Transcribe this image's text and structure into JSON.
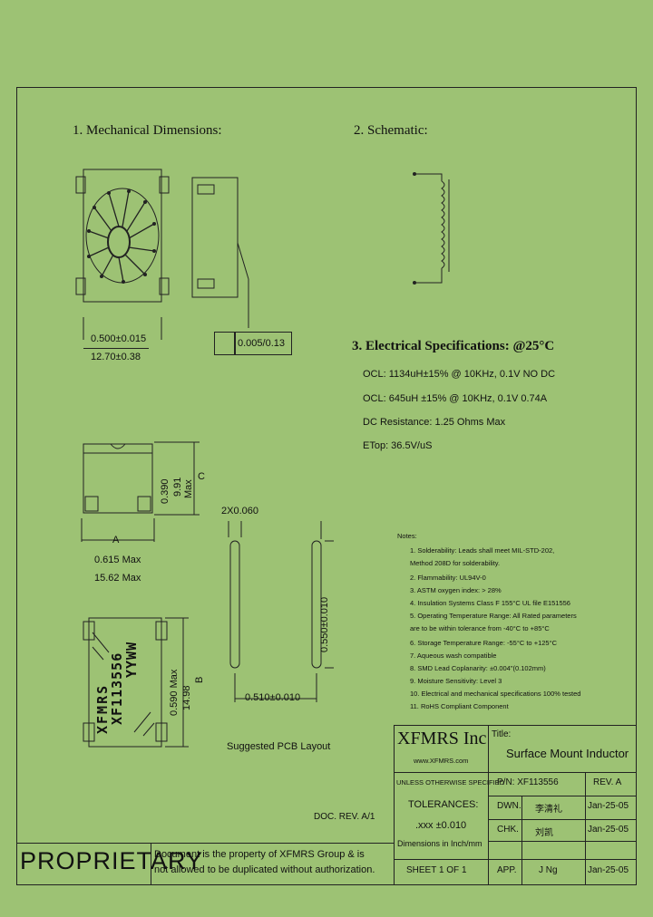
{
  "sections": {
    "mechanical": "1. Mechanical Dimensions:",
    "schematic": "2. Schematic:",
    "electrical": "3. Electrical Specifications: @25°C"
  },
  "dimensions": {
    "width_in": "0.500±0.015",
    "width_mm": "12.70±0.38",
    "flatness": "0.005/0.13",
    "side_h_in": "0.390",
    "side_h_mm": "9.91",
    "side_h_max": "Max",
    "side_c": "C",
    "front_a": "A",
    "front_w_in": "0.615 Max",
    "front_w_mm": "15.62 Max",
    "top_h_in": "0.590 Max",
    "top_h_mm": "14.98",
    "top_h_b": "B",
    "marking_1": "XFMRS",
    "marking_2": "XF113556",
    "marking_3": "YYWW",
    "pcb_pad": "2X0.060",
    "pcb_len": "0.550±0.010",
    "pcb_gap": "0.510±0.010",
    "pcb_caption": "Suggested PCB Layout"
  },
  "electrical": [
    "OCL: 1134uH±15% @ 10KHz, 0.1V NO DC",
    "OCL: 645uH ±15% @ 10KHz, 0.1V 0.74A",
    "DC Resistance: 1.25 Ohms Max",
    "ETop: 36.5V/uS"
  ],
  "notes": {
    "heading": "Notes:",
    "items": [
      "1. Solderability: Leads shall meet MIL-STD-202,",
      "    Method 208D for solderability.",
      "2. Flammability: UL94V-0",
      "3. ASTM oxygen index: > 28%",
      "4. Insulation Systems Class F 155°C UL file E151556",
      "5. Operating Temperature Range: All Rated parameters",
      "    are to be within tolerance from -40°C to +85°C",
      "6. Storage Temperature Range: -55°C to +125°C",
      "7. Aqueous wash compatible",
      "8. SMD Lead Coplanarity: ±0.004\"(0.102mm)",
      "9. Moisture Sensitivity: Level 3",
      "10. Electrical and mechanical specifications 100% tested",
      "11. RoHS Compliant Component"
    ]
  },
  "title_block": {
    "company": "XFMRS Inc",
    "website": "www.XFMRS.com",
    "title_label": "Title:",
    "title": "Surface Mount Inductor",
    "tol_heading": "UNLESS OTHERWISE SPECIFIED",
    "tolerances": "TOLERANCES:",
    "tol_value": ".xxx ±0.010",
    "dims_units": "Dimensions in Inch/mm",
    "pn": "P/N: XF113556",
    "rev": "REV. A",
    "dwn_label": "DWN.",
    "dwn_name": "李清礼",
    "dwn_date": "Jan-25-05",
    "chk_label": "CHK.",
    "chk_name": "刘凯",
    "chk_date": "Jan-25-05",
    "sheet": "SHEET 1 OF 1",
    "app_label": "APP.",
    "app_name": "J Ng",
    "app_date": "Jan-25-05",
    "doc_rev": "DOC. REV. A/1",
    "proprietary": "PROPRIETARY",
    "prop_line1": "Document is the property of XFMRS Group & is",
    "prop_line2": "not allowed to be duplicated without authorization."
  }
}
